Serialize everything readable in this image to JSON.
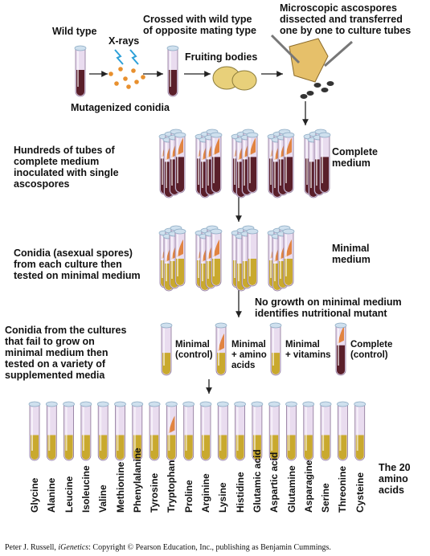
{
  "labels": {
    "wild_type": "Wild type",
    "xrays": "X-rays",
    "crossed": "Crossed with wild type\nof opposite mating type",
    "fruiting": "Fruiting bodies",
    "microscopic": "Microscopic ascospores\ndissected and transferred\none by one to culture tubes",
    "mutagenized": "Mutagenized conidia",
    "hundreds": "Hundreds of tubes of\ncomplete medium\ninoculated with single\nascospores",
    "complete_medium": "Complete\nmedium",
    "conidia_asexual": "Conidia (asexual spores)\nfrom each culture then\ntested on minimal medium",
    "minimal_medium": "Minimal\nmedium",
    "no_growth": "No growth on minimal medium\nidentifies nutritional mutant",
    "conidia_fail": "Conidia from the cultures\nthat fail to grow on\nminimal medium then\ntested on a variety of\nsupplemented media",
    "minimal_control": "Minimal\n(control)",
    "minimal_amino": "Minimal\n+ amino\nacids",
    "minimal_vitamins": "Minimal\n+ vitamins",
    "complete_control": "Complete\n(control)",
    "twenty_amino": "The 20\namino\nacids"
  },
  "amino_acids": [
    "Glycine",
    "Alanine",
    "Leucine",
    "Isoleucine",
    "Valine",
    "Methionine",
    "Phenylalanine",
    "Tyrosine",
    "Tryptophan",
    "Proline",
    "Arginine",
    "Lysine",
    "Histidine",
    "Glutamic acid",
    "Aspartic acid",
    "Glutamine",
    "Asparagine",
    "Serine",
    "Threonine",
    "Cysteine"
  ],
  "growth_tube": "Tryptophan",
  "footer": {
    "pre": "Peter J. Russell, ",
    "italic": "iGenetics",
    "post": ": Copyright © Pearson Education, Inc., publishing as Benjamin Cummings."
  },
  "colors": {
    "complete_medium": "#5a1f2a",
    "minimal_medium": "#c9a92e",
    "glass": "#e9dcef",
    "cap": "#cfe0ee",
    "growth": "#e07a2e"
  }
}
